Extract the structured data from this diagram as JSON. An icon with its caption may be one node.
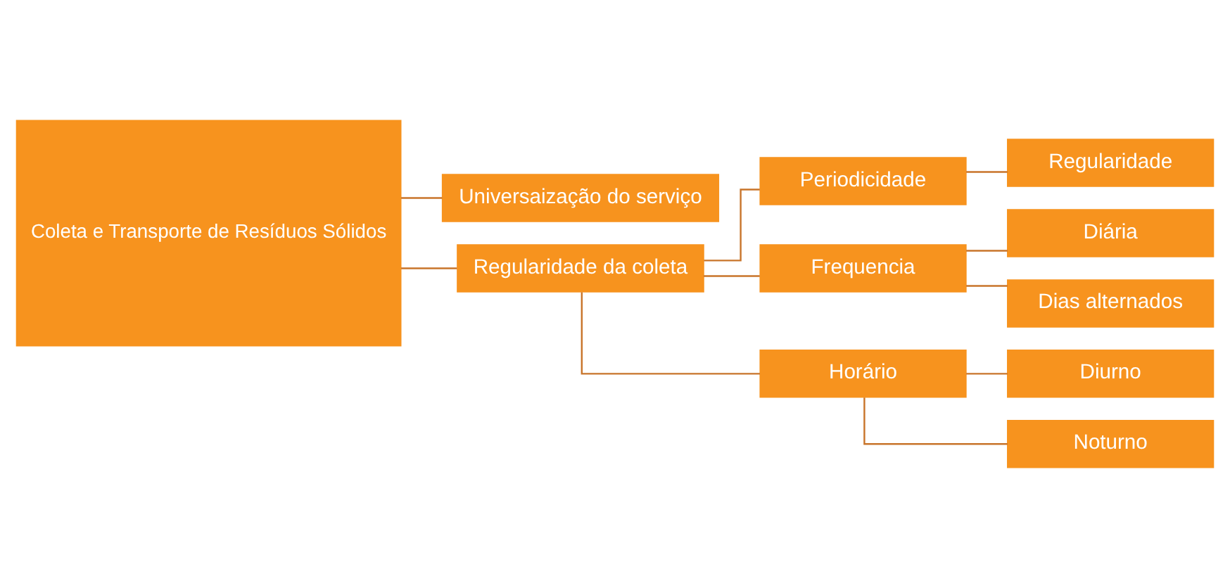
{
  "diagram": {
    "nodes": [
      {
        "text": [
          "Coleta e Transporte de Resíduos Sólidos"
        ]
      },
      {
        "text": [
          "Universaização do serviço"
        ]
      },
      {
        "text": [
          "Regularidade da coleta"
        ]
      },
      {
        "text": [
          "Periodicidade"
        ]
      },
      {
        "text": [
          "Regularidade"
        ]
      },
      {
        "text": [
          "Frequencia"
        ]
      },
      {
        "text": [
          "Diária"
        ]
      },
      {
        "text": [
          "Dias alternados"
        ]
      },
      {
        "text": [
          "Horário"
        ]
      },
      {
        "text": [
          "Diurno"
        ]
      },
      {
        "text": [
          "Noturno"
        ]
      }
    ],
    "edges": [
      {
        "from": 0,
        "to": 1,
        "arrow": "none"
      },
      {
        "from": 0,
        "to": 2,
        "arrow": "none"
      },
      {
        "from": 2,
        "to": 3,
        "arrow": "none"
      },
      {
        "from": 2,
        "to": 5,
        "arrow": "none"
      },
      {
        "from": 2,
        "to": 8,
        "arrow": "none"
      },
      {
        "from": 3,
        "to": 4,
        "arrow": "none"
      },
      {
        "from": 5,
        "to": 6,
        "arrow": "none"
      },
      {
        "from": 5,
        "to": 7,
        "arrow": "none"
      },
      {
        "from": 8,
        "to": 9,
        "arrow": "none"
      },
      {
        "from": 8,
        "to": 10,
        "arrow": "none"
      }
    ]
  }
}
